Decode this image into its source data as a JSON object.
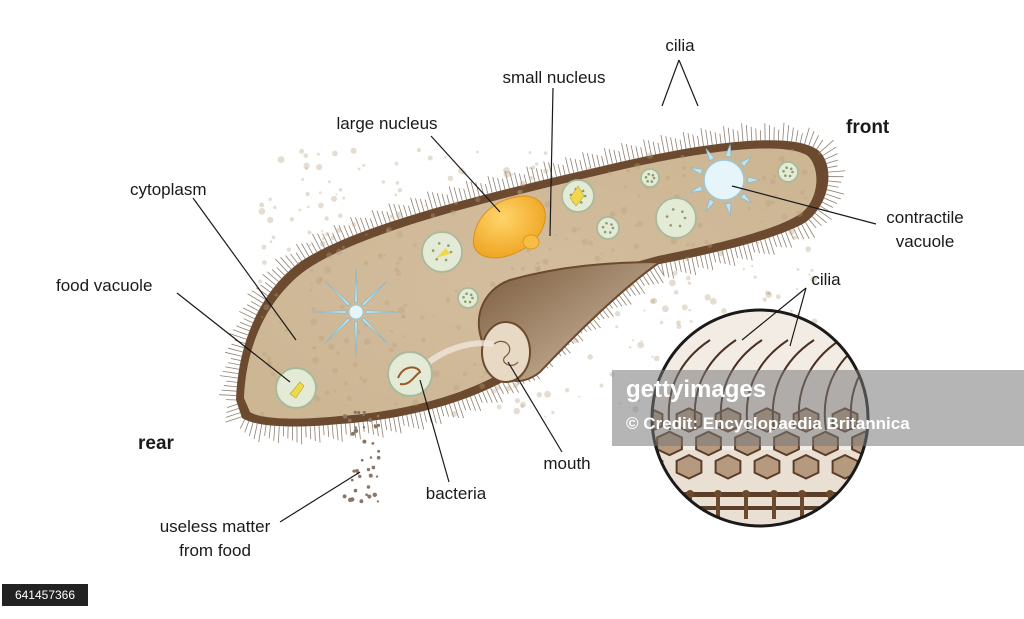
{
  "labels": {
    "cilia_top": "cilia",
    "small_nucleus": "small nucleus",
    "large_nucleus": "large nucleus",
    "front": "front",
    "cytoplasm": "cytoplasm",
    "contractile_vacuole_line1": "contractile",
    "contractile_vacuole_line2": "vacuole",
    "cilia_inset": "cilia",
    "food_vacuole": "food vacuole",
    "rear": "rear",
    "mouth": "mouth",
    "bacteria": "bacteria",
    "useless_matter_line1": "useless matter",
    "useless_matter_line2": "from food"
  },
  "watermark": {
    "brand": "gettyimages",
    "credit_mark": "©",
    "credit": "Credit: Encyclopaedia Britannica"
  },
  "image_id": "641457366",
  "colors": {
    "body_fill": "#d7c3a6",
    "membrane": "#6b4a30",
    "large_nucleus": "#f2b233",
    "vacuole_fill": "#e3ebd6",
    "contractile_fill": "#e6f5f9"
  }
}
